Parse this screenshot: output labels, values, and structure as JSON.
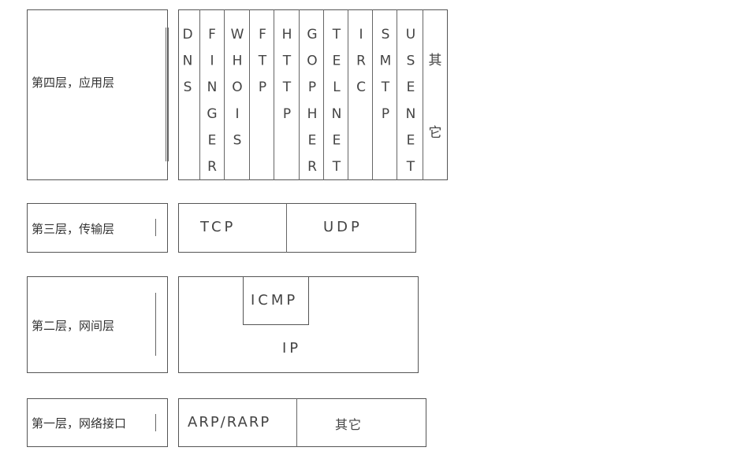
{
  "layers": {
    "application": {
      "label": "第四层，应用层",
      "protocols": [
        "DNS",
        "FINGER",
        "WHOIS",
        "FTP",
        "HTTP",
        "GOPHER",
        "TELNET",
        "IRC",
        "SMTP",
        "USENET"
      ],
      "other_top": "其",
      "other_bottom": "它"
    },
    "transport": {
      "label": "第三层，传输层",
      "protocols": [
        "TCP",
        "UDP"
      ]
    },
    "internet": {
      "label": "第二层，网间层",
      "protocols": [
        "ICMP",
        "IP"
      ]
    },
    "network": {
      "label": "第一层，网络接口",
      "protocols": [
        "ARP/RARP",
        "其它"
      ]
    }
  }
}
